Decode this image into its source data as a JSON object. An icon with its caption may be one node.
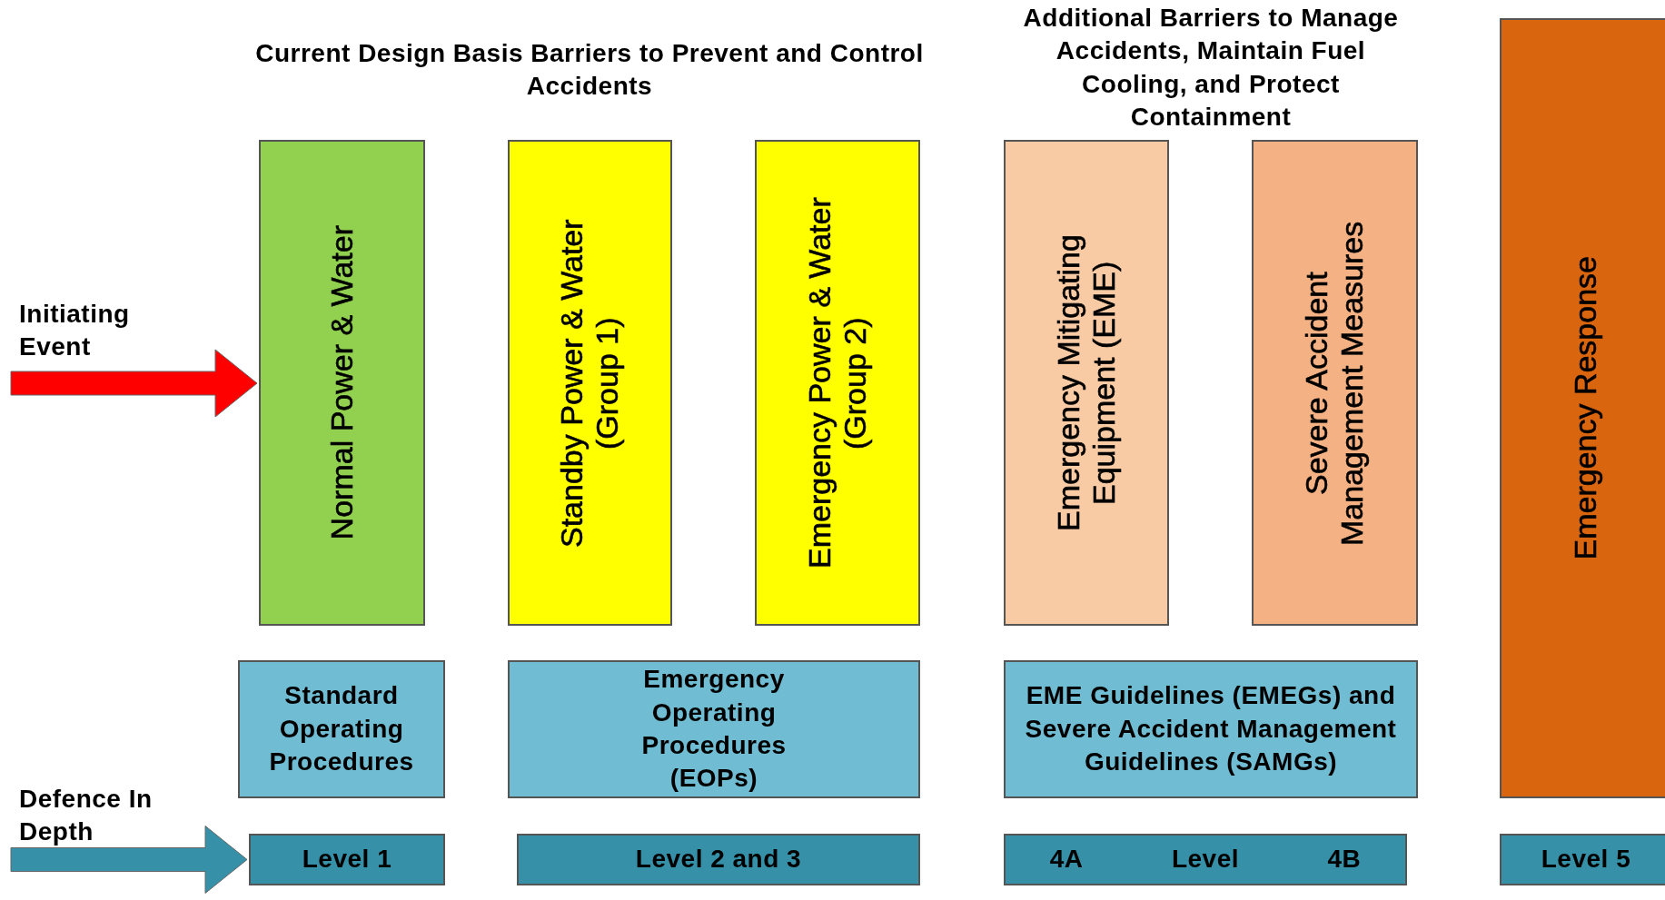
{
  "diagram": {
    "nodes": [
      {
        "text": [
          "Normal Power & Water"
        ]
      },
      {
        "text": [
          "Standby Power & Water (Group 1)"
        ]
      },
      {
        "text": [
          "Emergency Power & Water (Group 2)"
        ]
      },
      {
        "text": [
          "Emergency Mitigating Equipment (EME)"
        ]
      },
      {
        "text": [
          "Severe Accident Management Measures"
        ]
      },
      {
        "text": [
          "Emergency Response"
        ]
      },
      {
        "text": [
          "Standard Operating Procedures"
        ]
      },
      {
        "text": [
          "Emergency Operating Procedures (EOPs)"
        ]
      },
      {
        "text": [
          "EME Guidelines (EMEGs) and Severe Accident Management Guidelines (SAMGs)"
        ]
      },
      {
        "text": [
          "Level 1"
        ]
      },
      {
        "text": [
          "Level 2 and 3"
        ]
      },
      {
        "text": [
          "4A",
          "Level",
          "4B"
        ]
      },
      {
        "text": [
          "Level 5"
        ]
      }
    ],
    "edges": [
      {
        "from": null,
        "to": 0,
        "arrow": "to",
        "style": "thick",
        "color": "#ff0000"
      },
      {
        "from": null,
        "to": 9,
        "arrow": "to",
        "style": "thick"
      }
    ],
    "labels": [
      "Current Design Basis Barriers to Prevent and Control Accidents",
      "Additional Barriers to Manage Accidents, Maintain Fuel Cooling, and Protect Containment",
      "Initiating Event",
      "Defence In Depth"
    ]
  }
}
